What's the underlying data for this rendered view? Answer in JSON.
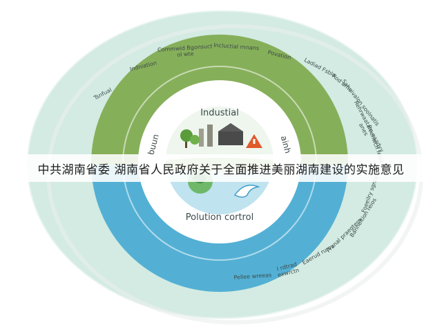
{
  "caption": "中共湖南省委 湖南省人民政府关于全面推进美丽湖南建设的实施意见",
  "diagram": {
    "inner_top_label": "Industial",
    "inner_left_label": "buun",
    "inner_right_label": "ainh",
    "bottom_label": "Polution cortrol",
    "outer_labels": [
      "Tsnfual",
      "Indniation",
      "Commwid Bgonsuct ol wte",
      "Incluctial rnnans",
      "Povation",
      "Ladiad Fsblo",
      "Rod arne",
      "Sahuivalon soolnatis",
      "Rehrwaatam eaadyy anes",
      "Beenwch fesiaalle",
      "Foeeilry sgnts",
      "Banneltion reios",
      "Pranal praegtern",
      "Eaerud rursv",
      "I rdtrad exwrctn",
      "Pellee wreeas"
    ],
    "colors": {
      "outer_disc": "#d3ebe2",
      "green_band": "#86af5a",
      "blue_band": "#53b0d4",
      "center": "#ffffff",
      "text": "#3c4a4a"
    }
  }
}
